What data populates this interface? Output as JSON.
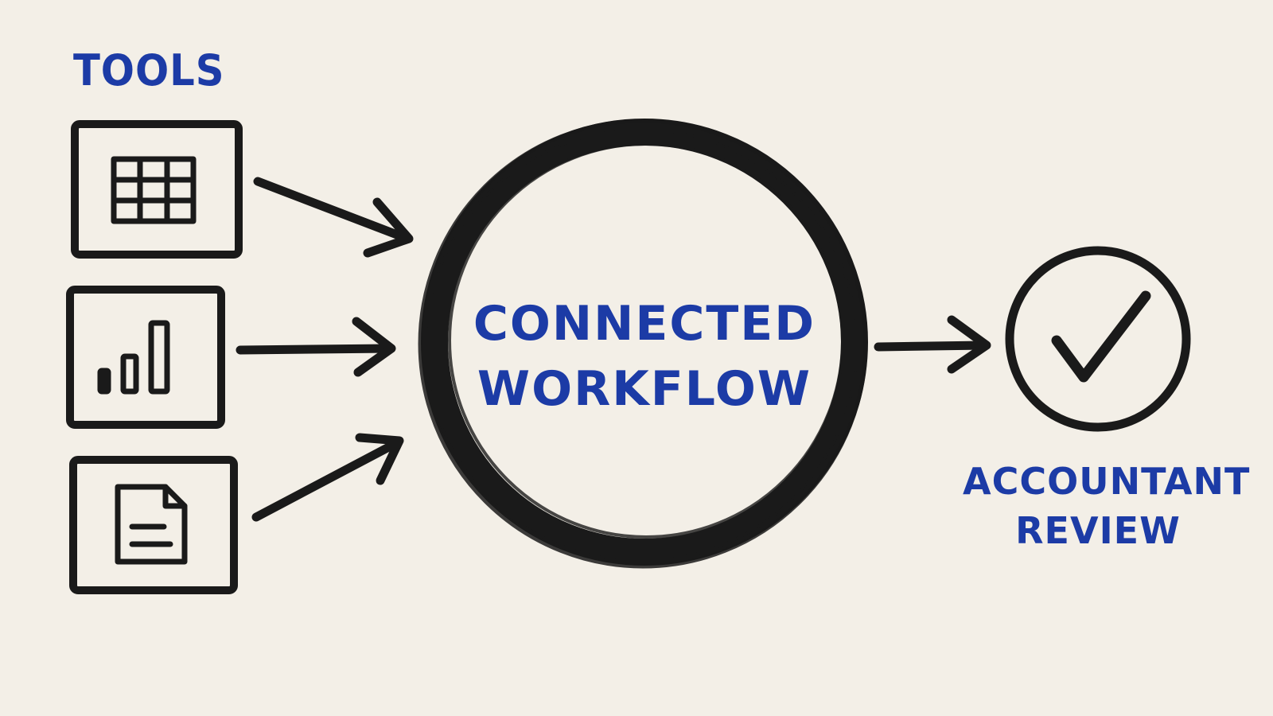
{
  "tools": {
    "heading": "TOOLS",
    "items": [
      {
        "icon": "spreadsheet-grid-icon"
      },
      {
        "icon": "bar-chart-icon"
      },
      {
        "icon": "document-icon"
      }
    ]
  },
  "hub": {
    "line1": "CONNECTED",
    "line2": "WORKFLOW"
  },
  "review": {
    "line1": "ACCOUNTANT",
    "line2": "REVIEW",
    "icon": "checkmark-icon"
  },
  "colors": {
    "background": "#f3efe7",
    "ink": "#1a1a1a",
    "label": "#1c3ba6"
  }
}
